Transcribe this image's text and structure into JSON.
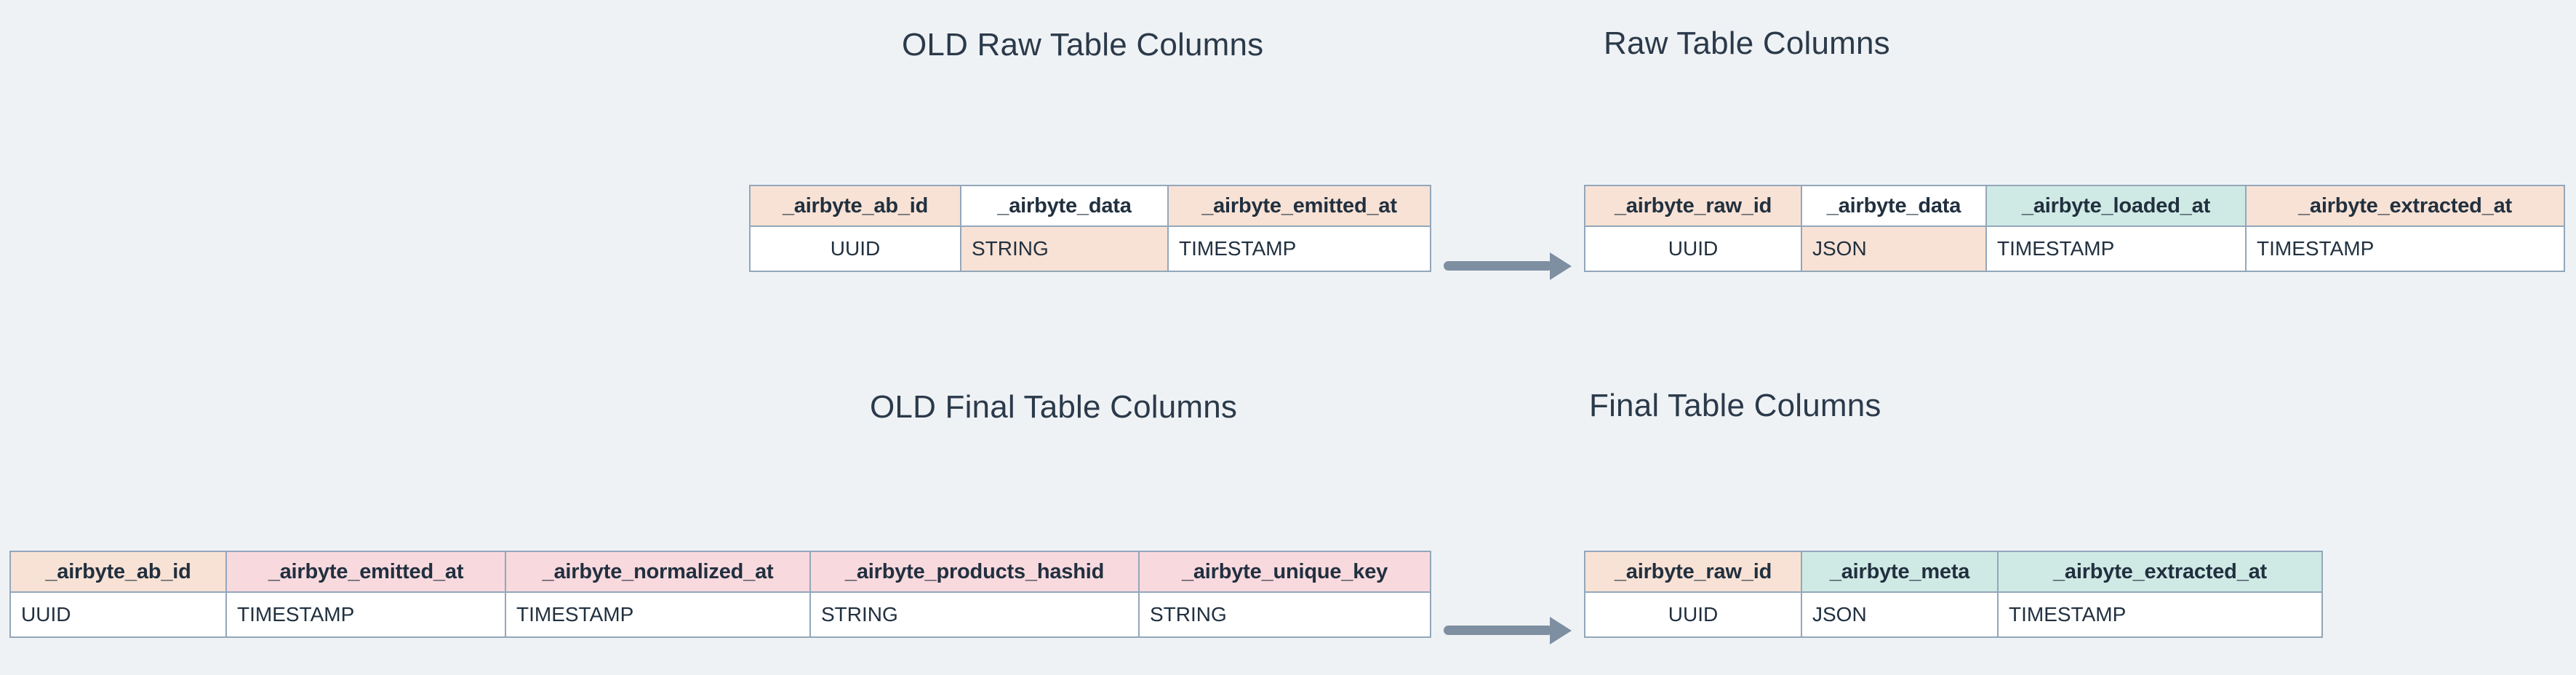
{
  "page": {
    "background_color": "#eff2f5",
    "text_color": "#2b3a4a",
    "border_color": "#93a7ba",
    "arrow_color": "#7d8fa1"
  },
  "palette": {
    "peach": "#f8e2d5",
    "pink": "#f8d9de",
    "mint": "#cfe9e4",
    "white": "#ffffff"
  },
  "titles": {
    "old_raw": "OLD Raw Table Columns",
    "new_raw": "Raw Table Columns",
    "old_final": "OLD Final Table Columns",
    "new_final": "Final Table Columns"
  },
  "tables": {
    "old_raw": {
      "title": "OLD Raw Table Columns",
      "columns": [
        {
          "name": "_airbyte_ab_id",
          "type": "UUID",
          "header_fill": "peach",
          "type_fill": "white"
        },
        {
          "name": "_airbyte_data",
          "type": "STRING",
          "header_fill": "white",
          "type_fill": "peach"
        },
        {
          "name": "_airbyte_emitted_at",
          "type": "TIMESTAMP",
          "header_fill": "peach",
          "type_fill": "white"
        }
      ]
    },
    "new_raw": {
      "title": "Raw Table Columns",
      "columns": [
        {
          "name": "_airbyte_raw_id",
          "type": "UUID",
          "header_fill": "peach",
          "type_fill": "white"
        },
        {
          "name": "_airbyte_data",
          "type": "JSON",
          "header_fill": "white",
          "type_fill": "peach"
        },
        {
          "name": "_airbyte_loaded_at",
          "type": "TIMESTAMP",
          "header_fill": "mint",
          "type_fill": "white"
        },
        {
          "name": "_airbyte_extracted_at",
          "type": "TIMESTAMP",
          "header_fill": "peach",
          "type_fill": "white"
        }
      ]
    },
    "old_final": {
      "title": "OLD Final Table Columns",
      "columns": [
        {
          "name": "_airbyte_ab_id",
          "type": "UUID",
          "header_fill": "peach",
          "type_fill": "white"
        },
        {
          "name": "_airbyte_emitted_at",
          "type": "TIMESTAMP",
          "header_fill": "pink",
          "type_fill": "white"
        },
        {
          "name": "_airbyte_normalized_at",
          "type": "TIMESTAMP",
          "header_fill": "pink",
          "type_fill": "white"
        },
        {
          "name": "_airbyte_products_hashid",
          "type": "STRING",
          "header_fill": "pink",
          "type_fill": "white"
        },
        {
          "name": "_airbyte_unique_key",
          "type": "STRING",
          "header_fill": "pink",
          "type_fill": "white"
        }
      ]
    },
    "new_final": {
      "title": "Final Table Columns",
      "columns": [
        {
          "name": "_airbyte_raw_id",
          "type": "UUID",
          "header_fill": "peach",
          "type_fill": "white"
        },
        {
          "name": "_airbyte_meta",
          "type": "JSON",
          "header_fill": "mint",
          "type_fill": "white"
        },
        {
          "name": "_airbyte_extracted_at",
          "type": "TIMESTAMP",
          "header_fill": "mint",
          "type_fill": "white"
        }
      ]
    }
  },
  "arrows": [
    {
      "name": "raw-migration-arrow",
      "from": "old_raw",
      "to": "new_raw",
      "direction": "right"
    },
    {
      "name": "final-migration-arrow",
      "from": "old_final",
      "to": "new_final",
      "direction": "right"
    }
  ]
}
